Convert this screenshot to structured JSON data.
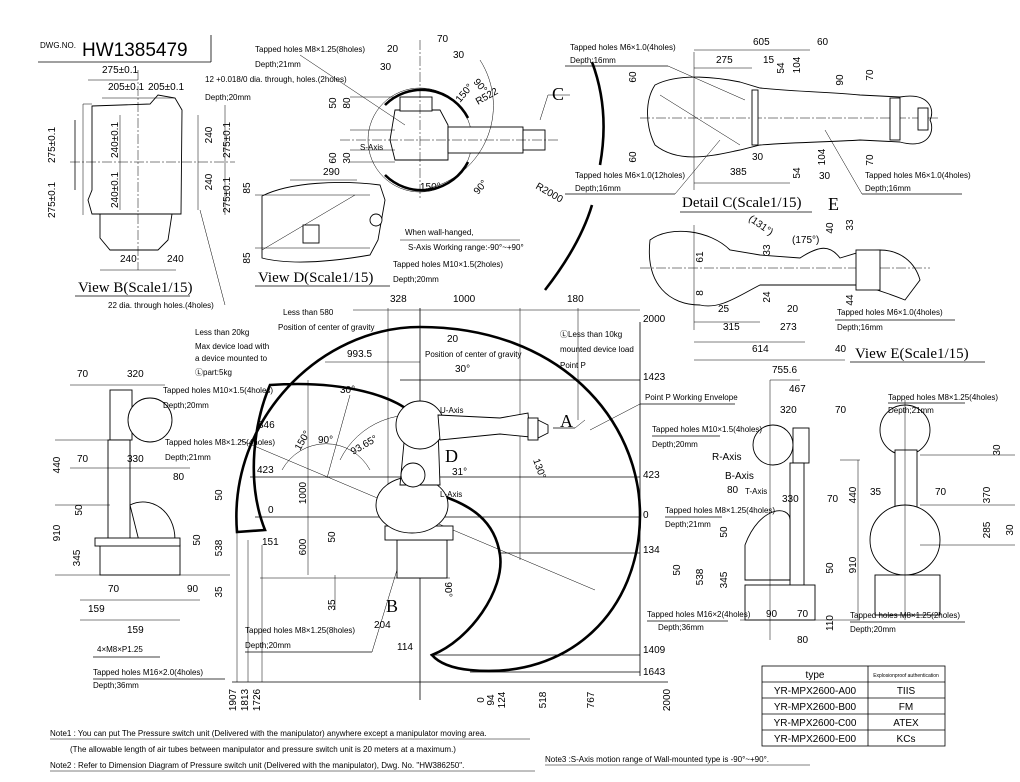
{
  "title": {
    "dwg_no_label": "DWG.NO.",
    "dwg_no": "HW1385479"
  },
  "views": {
    "b": "View  B(Scale1/15)",
    "d": "View  D(Scale1/15)",
    "c": "Detail C(Scale1/15)",
    "e": "View  E(Scale1/15)"
  },
  "markers": {
    "a": "A",
    "b": "B",
    "c": "C",
    "d": "D",
    "e": "E"
  },
  "axes": {
    "s": "S-Axis",
    "u": "U-Axis",
    "l": "L-Axis",
    "r": "R-Axis",
    "b": "B-Axis",
    "t": "T-Axis"
  },
  "dims": [
    "275±0.1",
    "205±0.1",
    "205±0.1",
    "275±0.1",
    "275±0.1",
    "240±0.1",
    "240±0.1",
    "240",
    "240",
    "275±0.1",
    "275±0.1",
    "240",
    "240",
    "290",
    "85",
    "85",
    "20",
    "70",
    "30",
    "30",
    "90°",
    "150°",
    "R522",
    "50",
    "80",
    "60",
    "30",
    "150°",
    "90°",
    "R2000",
    "605",
    "60",
    "275",
    "15",
    "54",
    "104",
    "90",
    "70",
    "60",
    "60",
    "30",
    "385",
    "54",
    "104",
    "30",
    "70",
    "(131°)",
    "(175°)",
    "40",
    "33",
    "33",
    "61",
    "8",
    "24",
    "44",
    "25",
    "20",
    "315",
    "273",
    "614",
    "40",
    "328",
    "1000",
    "180",
    "2000",
    "993.5",
    "20",
    "30°",
    "30°",
    "1423",
    "846",
    "150°",
    "90°",
    "93.65°",
    "31°",
    "130°",
    "423",
    "1000",
    "423",
    "0",
    "0",
    "151",
    "50",
    "600",
    "134",
    "35",
    "90°",
    "204",
    "114",
    "1409",
    "1643",
    "1907",
    "1813",
    "1726",
    "0",
    "94",
    "124",
    "518",
    "767",
    "2000",
    "70",
    "320",
    "440",
    "70",
    "330",
    "80",
    "50",
    "50",
    "910",
    "345",
    "50",
    "538",
    "35",
    "70",
    "90",
    "159",
    "159",
    "755.6",
    "467",
    "320",
    "70",
    "80",
    "330",
    "70",
    "440",
    "50",
    "50",
    "538",
    "345",
    "910",
    "50",
    "110",
    "90",
    "70",
    "80",
    "30",
    "35",
    "70",
    "370",
    "285",
    "30"
  ],
  "callouts": [
    "Tapped holes M8×1.25(8holes)",
    "Depth;21mm",
    "12 +0.018/0 dia. through, holes.(2holes)",
    "Depth;20mm",
    "22 dia. through holes.(4holes)",
    "When wall-hanged,",
    "S-Axis Working range:-90°~+90°",
    "Tapped holes M10×1.5(2holes)",
    "Depth;20mm",
    "Tapped holes M6×1.0(4holes)",
    "Depth;16mm",
    "Tapped holes M6×1.0(12holes)",
    "Depth;16mm",
    "Tapped holes M6×1.0(4holes)",
    "Depth;16mm",
    "Tapped holes M6×1.0(4holes)",
    "Depth;16mm",
    "Less than 580",
    "Position of center of gravity",
    "Less than 20kg",
    "Max device load with",
    "a device mounted to",
    "Ⓛpart:5kg",
    "Position of center of gravity",
    "ⓁLess than 10kg",
    "mounted device load",
    "Point P",
    "Point P Working Envelope",
    "Tapped holes M10×1.5(4holes)",
    "Depth;20mm",
    "Tapped holes M8×1.25(4holes)",
    "Depth;21mm",
    "4×M8×P1.25",
    "Tapped holes M16×2.0(4holes)",
    "Depth;36mm",
    "Tapped holes M8×1.25(8holes)",
    "Depth;20mm",
    "Tapped holes M10×1.5(4holes)",
    "Depth;20mm",
    "Tapped holes M8×1.25(4holes)",
    "Depth;21mm",
    "Tapped holes M16×2(4holes)",
    "Depth;36mm",
    "Tapped holes M8×1.25(2holes)",
    "Depth;20mm",
    "Tapped holes M8×1.25(4holes)",
    "Depth;21mm"
  ],
  "notes": [
    "Note1 : You can put The Pressure switch unit (Delivered with the manipulator) anywhere except a manipulator moving area.",
    "(The allowable length of air tubes between manipulator and pressure switch unit is 20 meters at a maximum.)",
    "Note2 : Refer to Dimension Diagram of Pressure switch unit (Delivered with the manipulator), Dwg. No. \"HW386250\".",
    "Note3 :S-Axis motion range of Wall-mounted type is -90°~+90°."
  ],
  "table": {
    "headers": [
      "type",
      "Explosionproof authentication"
    ],
    "rows": [
      [
        "YR-MPX2600-A00",
        "TIIS"
      ],
      [
        "YR-MPX2600-B00",
        "FM"
      ],
      [
        "YR-MPX2600-C00",
        "ATEX"
      ],
      [
        "YR-MPX2600-E00",
        "KCs"
      ]
    ]
  }
}
